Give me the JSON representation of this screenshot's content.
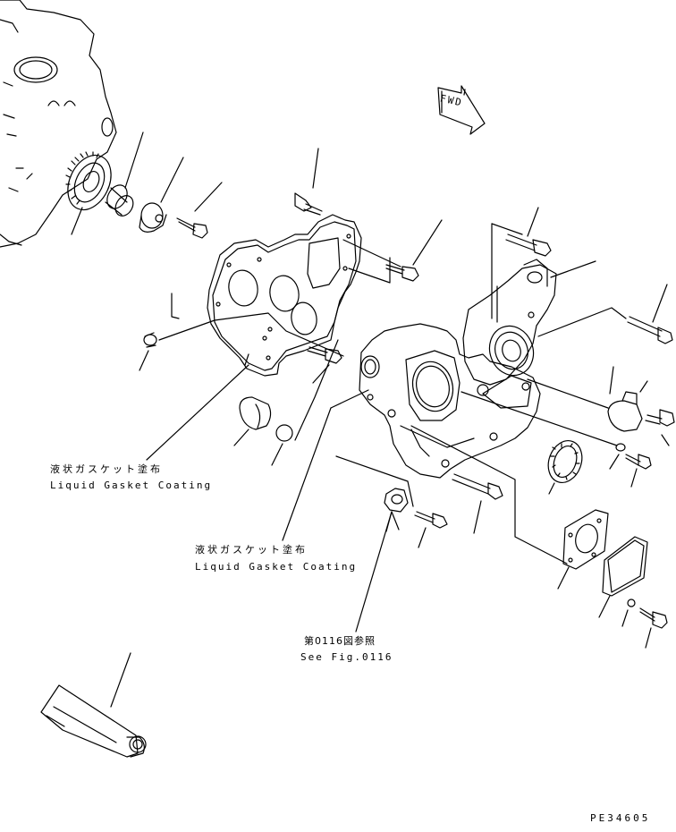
{
  "direction_marker": {
    "text": "FWD"
  },
  "callout_left": {
    "jp": "液状ガスケット塗布",
    "en": "Liquid Gasket Coating"
  },
  "callout_center": {
    "jp": "液状ガスケット塗布",
    "en": "Liquid Gasket Coating"
  },
  "callout_ref": {
    "jp": "第0116図参照",
    "en": "See Fig.0116"
  },
  "drawing_code": "PE34605"
}
